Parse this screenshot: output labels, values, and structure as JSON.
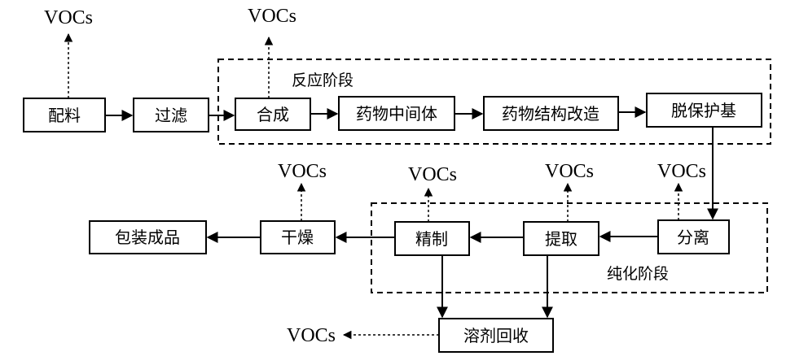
{
  "nodes": {
    "peiliao": "配料",
    "guolv": "过滤",
    "hecheng": "合成",
    "zhongjianti": "药物中间体",
    "jiegou_gaizao": "药物结构改造",
    "tuobaohuji": "脱保护基",
    "fenli": "分离",
    "tiqu": "提取",
    "jingzhi": "精制",
    "ganzao": "干燥",
    "baozhuang": "包装成品",
    "rongji_huishou": "溶剂回收"
  },
  "stages": {
    "reaction": "反应阶段",
    "purification": "纯化阶段"
  },
  "emission_label": "VOCs"
}
